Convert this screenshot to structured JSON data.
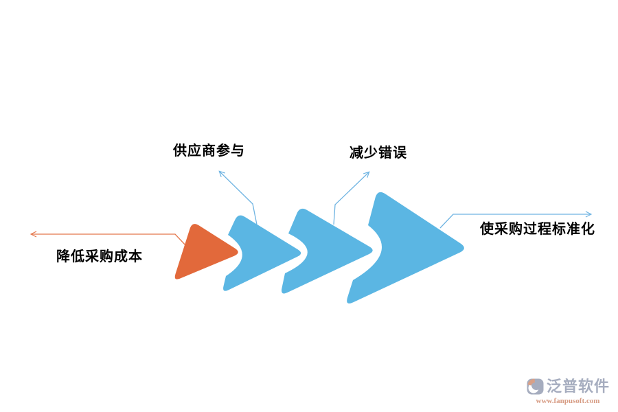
{
  "diagram": {
    "labels": {
      "reduce_cost": "降低采购成本",
      "supplier_participation": "供应商参与",
      "reduce_errors": "减少错误",
      "standardize": "使采购过程标准化"
    },
    "steps": [
      {
        "shape": "orange-arrow-step",
        "label": "降低采购成本"
      },
      {
        "shape": "blue-chevron-1",
        "label": "供应商参与"
      },
      {
        "shape": "blue-chevron-2",
        "label": "减少错误"
      },
      {
        "shape": "blue-chevron-3",
        "label": "使采购过程标准化"
      }
    ],
    "colors": {
      "orange_shape": "#e2693b",
      "blue_shape": "#5bb6e3",
      "orange_line": "#e4764a",
      "blue_line": "#6fb4e2",
      "text": "#000000"
    }
  },
  "logo": {
    "name": "泛普软件",
    "url": "www.fanpusoft.com",
    "colors": {
      "text": "#a6adbf",
      "url": "#d79c84",
      "icon_accent": "#d9a087"
    }
  }
}
